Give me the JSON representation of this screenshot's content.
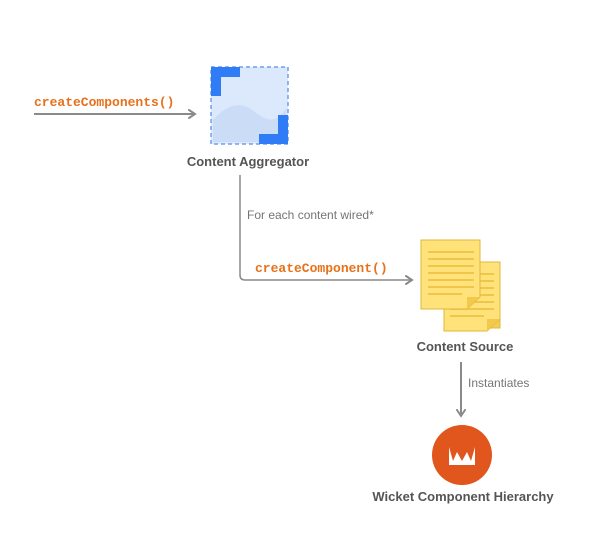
{
  "diagram": {
    "entry_method": "createComponents()",
    "aggregator_label": "Content Aggregator",
    "loop_note": "For each content wired*",
    "per_item_method": "createComponent()",
    "source_label": "Content Source",
    "instantiates_note": "Instantiates",
    "hierarchy_label": "Wicket Component Hierarchy"
  },
  "colors": {
    "method_text": "#e8711a",
    "label_text": "#555555",
    "note_text": "#757575",
    "arrow": "#8a8a8a",
    "aggregator_fill": "#dce8fb",
    "aggregator_corner": "#2f7cf6",
    "document_fill": "#ffe37a",
    "wicket_badge": "#e0561c"
  },
  "icons": [
    "aggregator-icon",
    "documents-icon",
    "wicket-logo-icon"
  ]
}
